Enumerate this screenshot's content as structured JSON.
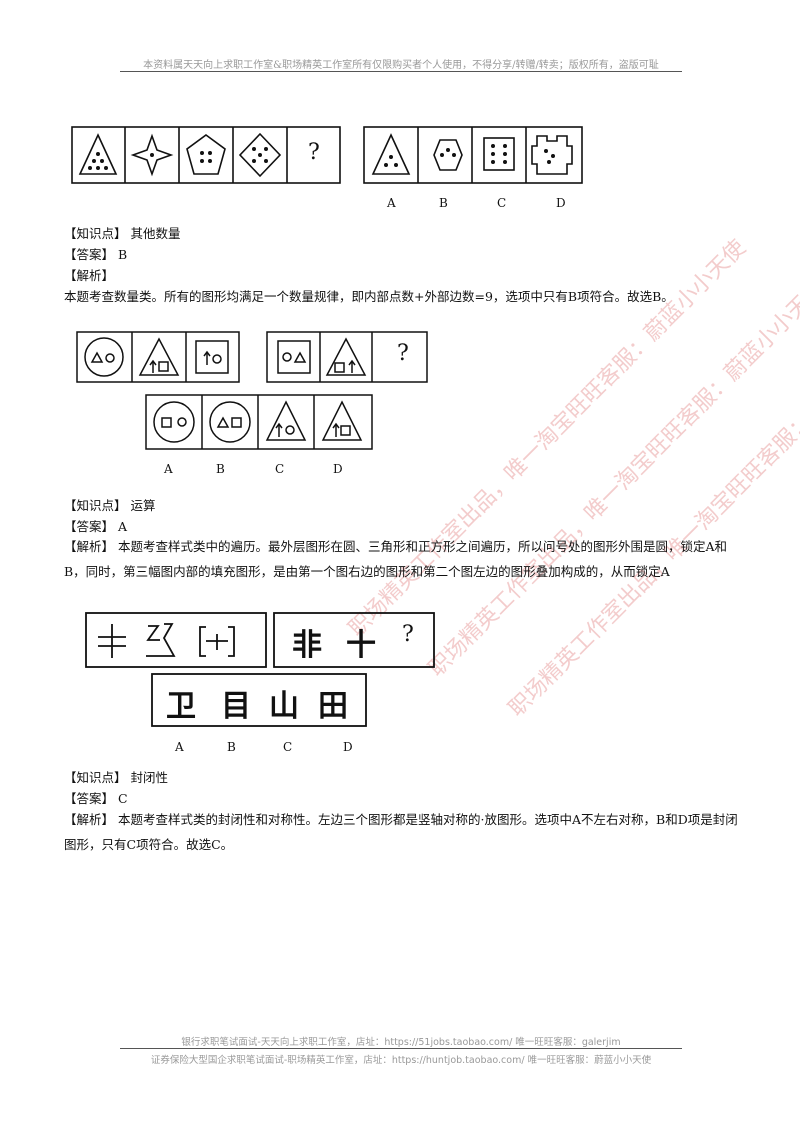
{
  "header": {
    "text": "本资料属天天向上求职工作室&职场精英工作室所有仅限购买者个人使用，不得分享/转赠/转卖；版权所有，盗版可耻"
  },
  "footer": {
    "line1": "银行求职笔试面试-天天向上求职工作室，店址：https://51jobs.taobao.com/ 唯一旺旺客服：galerjim",
    "line2": "证券保险大型国企求职笔试面试-职场精英工作室，店址：https://huntjob.taobao.com/ 唯一旺旺客服：蔚蓝小小天使"
  },
  "watermark": {
    "text": "职场精英工作室出品，唯一淘宝旺旺客服：蔚蓝小小天使"
  },
  "q1": {
    "question_mark": "?",
    "options": [
      "A",
      "B",
      "C",
      "D"
    ],
    "knowledge_label": "【知识点】",
    "knowledge": "其他数量",
    "answer_label": "【答案】",
    "answer": "B",
    "analysis_label": "【解析】",
    "analysis": "本题考查数量类。所有的图形均满足一个数量规律，即内部点数+外部边数=9，选项中只有B项符合。故选B。"
  },
  "q2": {
    "question_mark": "?",
    "options": [
      "A",
      "B",
      "C",
      "D"
    ],
    "knowledge_label": "【知识点】",
    "knowledge": "运算",
    "answer_label": "【答案】",
    "answer": "A",
    "analysis_label": "【解析】",
    "analysis": "本题考查样式类中的遍历。最外层图形在圆、三角形和正方形之间遍历，所以问号处的图形外围是圆，锁定A和B，同时，第三幅图内部的填充图形，是由第一个图右边的图形和第二个图左边的图形叠加构成的，从而锁定A"
  },
  "q3": {
    "stem_chars": [
      "非",
      "十"
    ],
    "question_mark": "?",
    "option_chars": [
      "卫",
      "目",
      "山",
      "田"
    ],
    "options": [
      "A",
      "B",
      "C",
      "D"
    ],
    "knowledge_label": "【知识点】",
    "knowledge": "封闭性",
    "answer_label": "【答案】",
    "answer": "C",
    "analysis_label": "【解析】",
    "analysis": "本题考查样式类的封闭性和对称性。左边三个图形都是竖轴对称的·放图形。选项中A不左右对称，B和D项是封闭图形，只有C项符合。故选C。"
  }
}
